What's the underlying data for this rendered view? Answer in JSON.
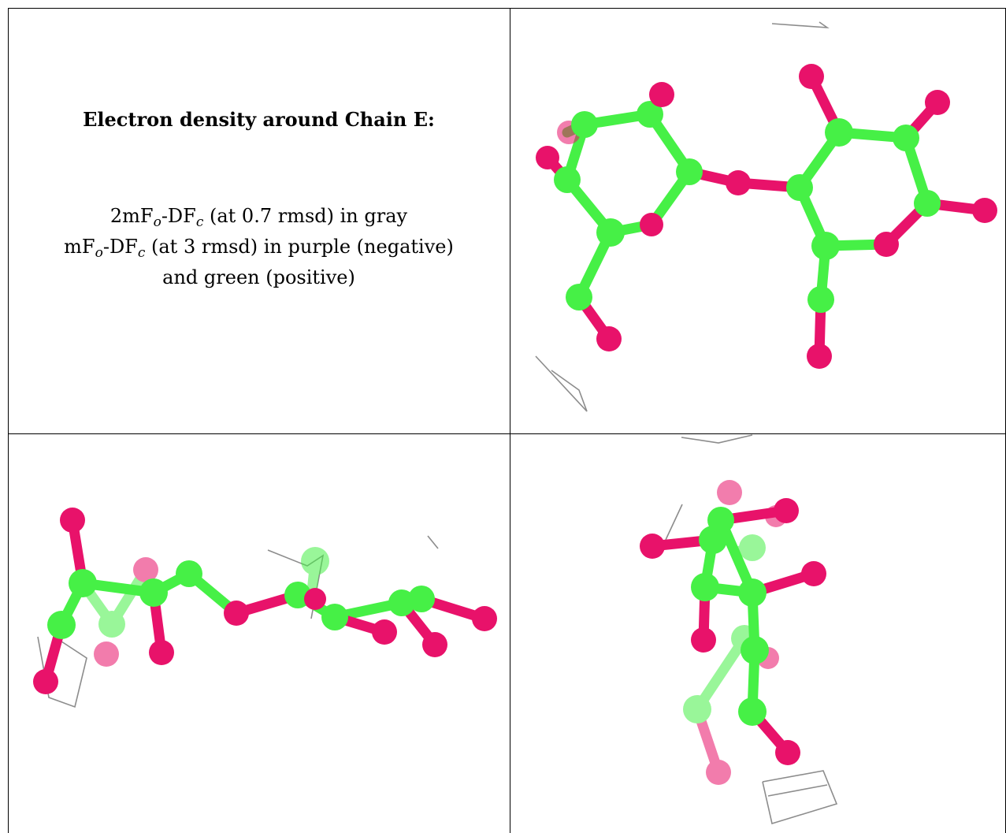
{
  "caption": {
    "title": "Electron density around Chain E:",
    "line1": {
      "pre": "2mF",
      "sub1": "o",
      "mid": "-DF",
      "sub2": "c",
      "post": " (at 0.7 rmsd) in gray"
    },
    "line2": {
      "pre": "mF",
      "sub1": "o",
      "mid": "-DF",
      "sub2": "c",
      "post": " (at 3 rmsd) in purple (negative)"
    },
    "line3": "and green (positive)"
  },
  "colors": {
    "carbon": "#46f046",
    "oxygen": "#e8126a",
    "density_mesh": "#8c8c8c",
    "grid": "#000000"
  },
  "panels": [
    "molecule-view-top-right",
    "molecule-view-bottom-left",
    "molecule-view-bottom-right"
  ]
}
